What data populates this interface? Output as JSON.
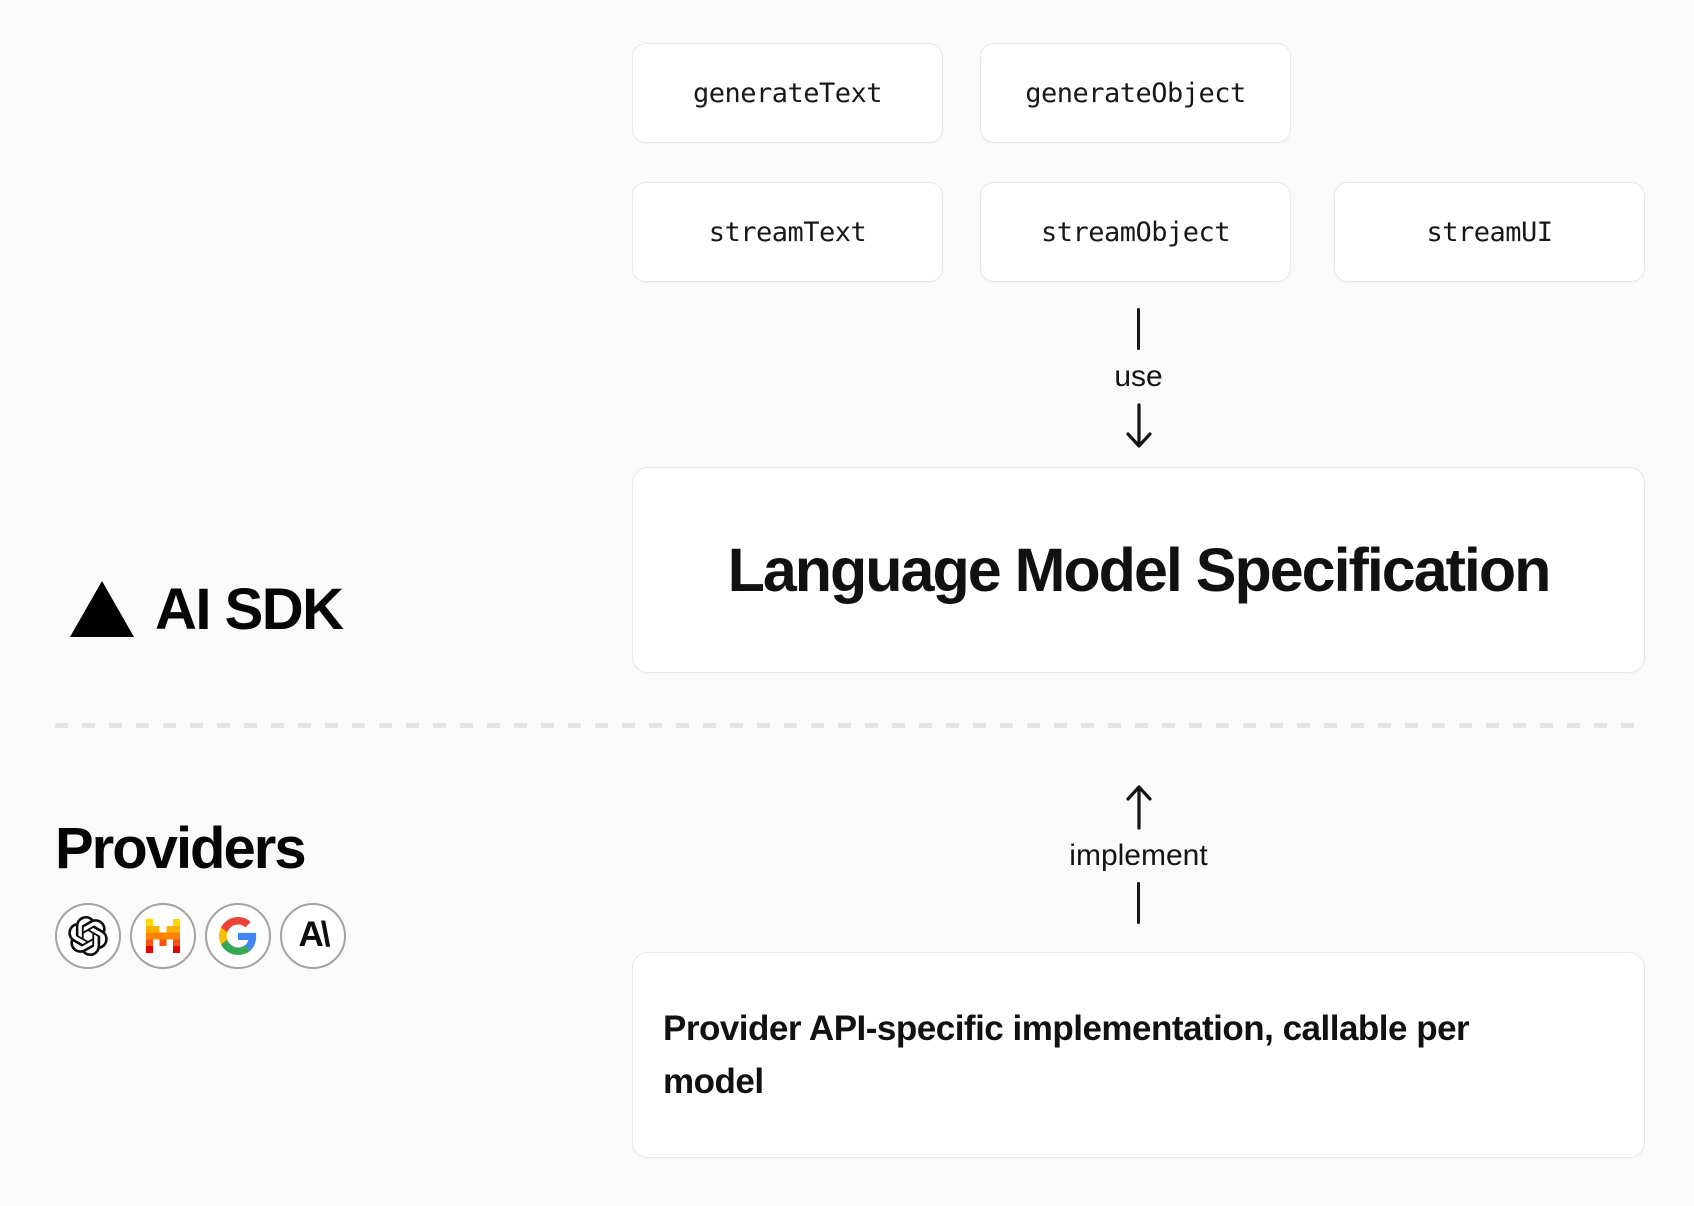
{
  "canvas": {
    "background_color": "#fafafa",
    "box_background": "#ffffff",
    "box_border_color": "#e7e7e7",
    "text_color": "#171717",
    "divider_color": "#e3e3e3"
  },
  "sdk_functions": {
    "row1": [
      {
        "label": "generateText"
      },
      {
        "label": "generateObject"
      }
    ],
    "row2": [
      {
        "label": "streamText"
      },
      {
        "label": "streamObject"
      },
      {
        "label": "streamUI"
      }
    ]
  },
  "connectors": {
    "use_label": "use",
    "implement_label": "implement"
  },
  "spec_box": {
    "title": "Language Model Specification"
  },
  "ai_sdk": {
    "label": "AI SDK",
    "logo": "vercel-triangle-icon",
    "logo_color": "#000000"
  },
  "providers": {
    "heading": "Providers",
    "items": [
      {
        "name": "OpenAI",
        "icon": "openai-icon",
        "color": "#0d0d0d"
      },
      {
        "name": "Mistral",
        "icon": "mistral-icon"
      },
      {
        "name": "Google",
        "icon": "google-icon"
      },
      {
        "name": "Anthropic",
        "icon": "anthropic-icon",
        "glyph": "A\\"
      }
    ],
    "mistral_palette": [
      "#FFD800",
      "#FFAF00",
      "#FF8205",
      "#FA500F",
      "#E10500"
    ],
    "google_palette": [
      "#4285F4",
      "#34A853",
      "#FBBC05",
      "#EA4335"
    ]
  },
  "provider_box": {
    "lines": [
      "Provider API-specific implementation, callable per",
      "model"
    ]
  }
}
